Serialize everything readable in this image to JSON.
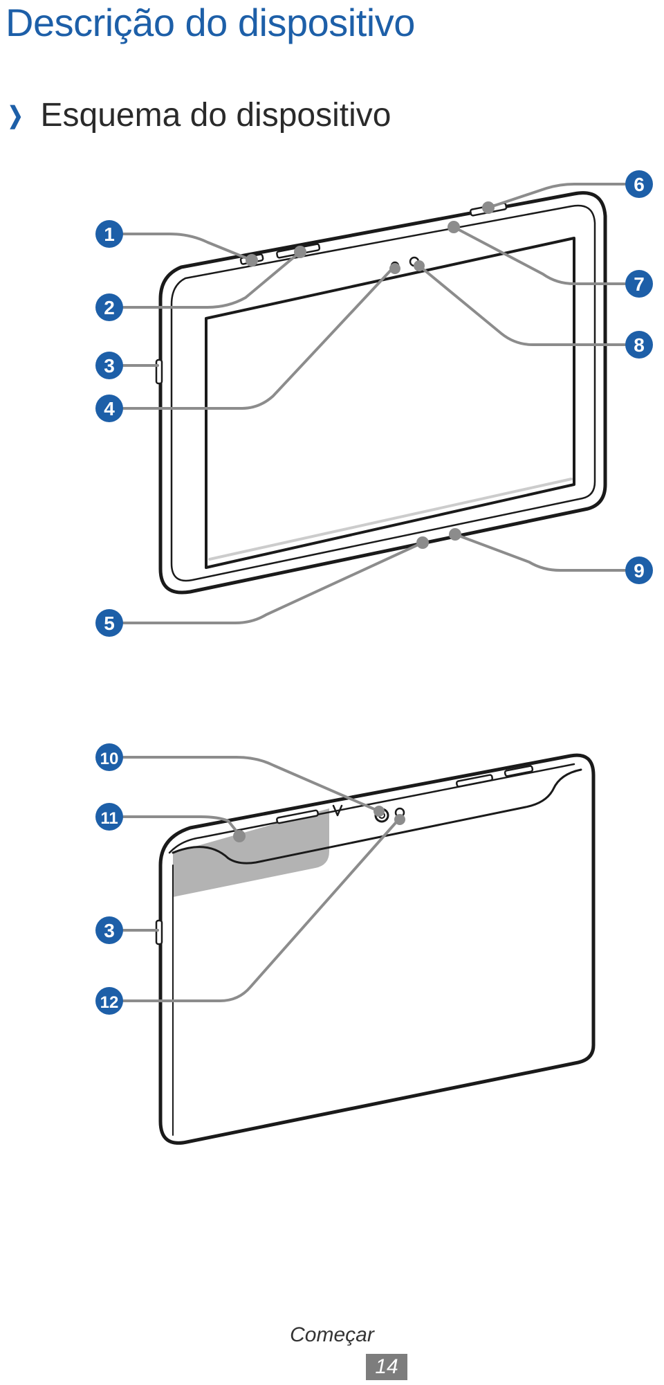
{
  "page": {
    "title": "Descrição do dispositivo",
    "section_heading": "Esquema do dispositivo",
    "footer_section": "Começar",
    "page_number": "14"
  },
  "colors": {
    "title_blue": "#1d5fa8",
    "callout_blue": "#1d5fa8",
    "leader_gray": "#8c8c8c",
    "outline": "#1a1a1a",
    "highlight_gray": "#b3b3b3",
    "page_number_bg": "#7d7d7d"
  },
  "icons": {
    "heading_marker": "chevron-right-icon"
  },
  "front_view": {
    "callouts": [
      "1",
      "2",
      "3",
      "4",
      "5",
      "6",
      "7",
      "8",
      "9"
    ]
  },
  "back_view": {
    "callouts": [
      "10",
      "11",
      "3",
      "12"
    ]
  }
}
